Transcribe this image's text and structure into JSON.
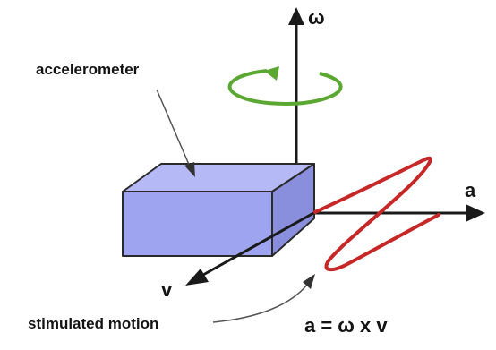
{
  "labels": {
    "omega_axis": "ω",
    "a_axis": "a",
    "v_axis": "v",
    "accelerometer": "accelerometer",
    "stimulated_motion": "stimulated motion",
    "equation": "a = ω x v"
  },
  "colors": {
    "box_front": "#9ea4ef",
    "box_top": "#b5b9f5",
    "box_side": "#8a8fdd",
    "box_edge": "#2a2a2a",
    "axis": "#1a1a1a",
    "rotation_arrow": "#5aa832",
    "motion_path": "#c62828",
    "pointer_line": "#555555"
  },
  "icons": {
    "rotation": "circular-rotation-arrow-icon"
  }
}
